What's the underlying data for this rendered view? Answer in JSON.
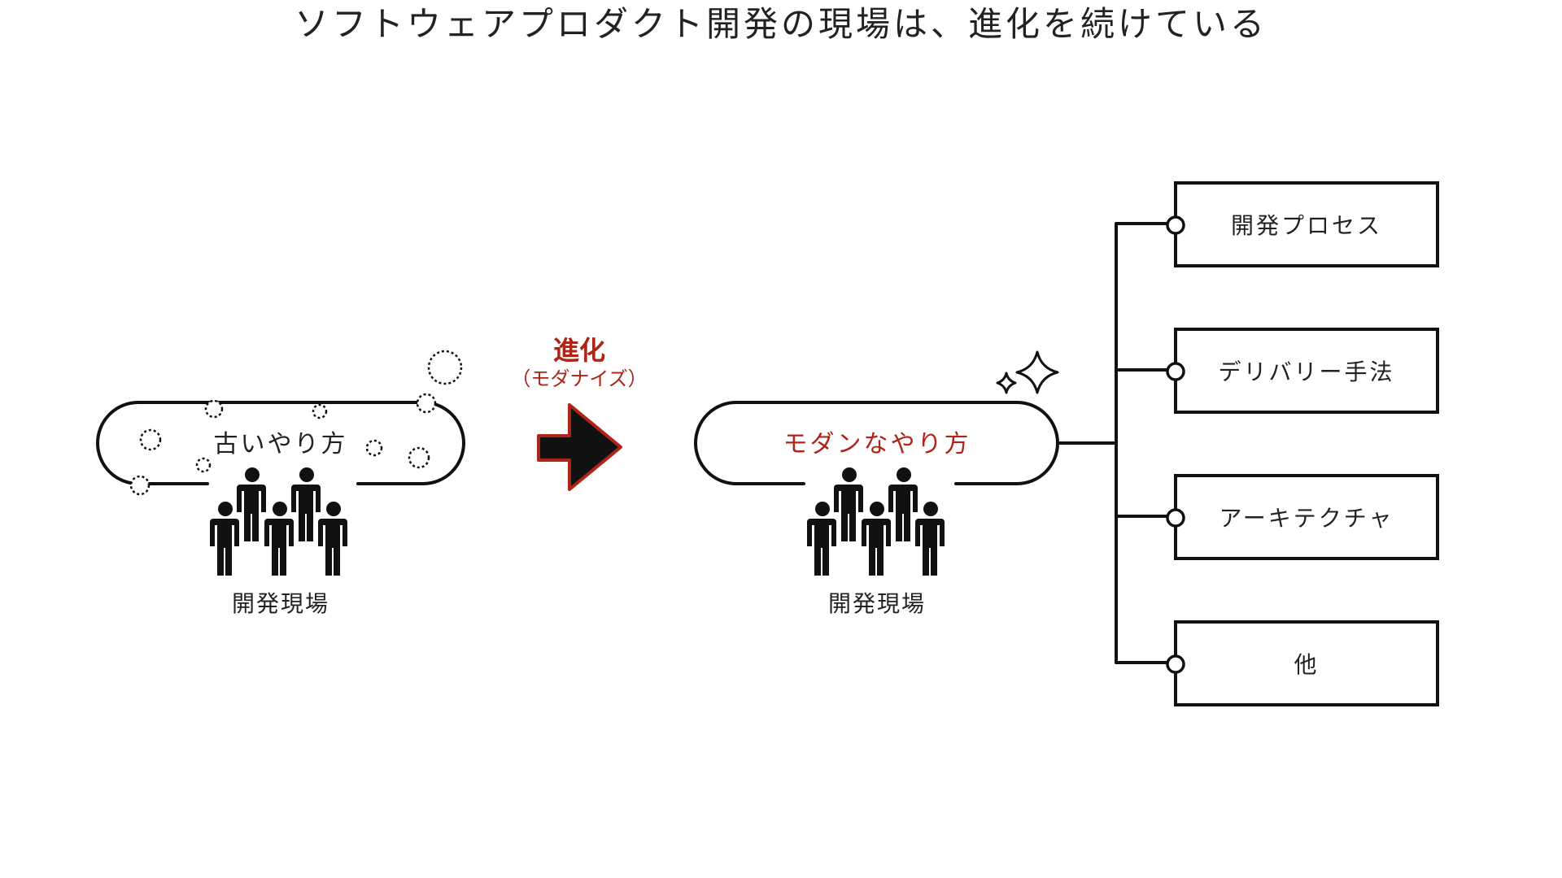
{
  "title": "ソフトウェアプロダクト開発の現場は、進化を続けている",
  "left": {
    "pill_label": "古いやり方",
    "team_label": "開発現場"
  },
  "arrow": {
    "label": "進化",
    "sublabel": "（モダナイズ）",
    "label_color": "#b02418"
  },
  "right": {
    "pill_label": "モダンなやり方",
    "pill_label_color": "#b02418",
    "team_label": "開発現場"
  },
  "branches": [
    {
      "label": "開発プロセス"
    },
    {
      "label": "デリバリー手法"
    },
    {
      "label": "アーキテクチャ"
    },
    {
      "label": "他"
    }
  ]
}
